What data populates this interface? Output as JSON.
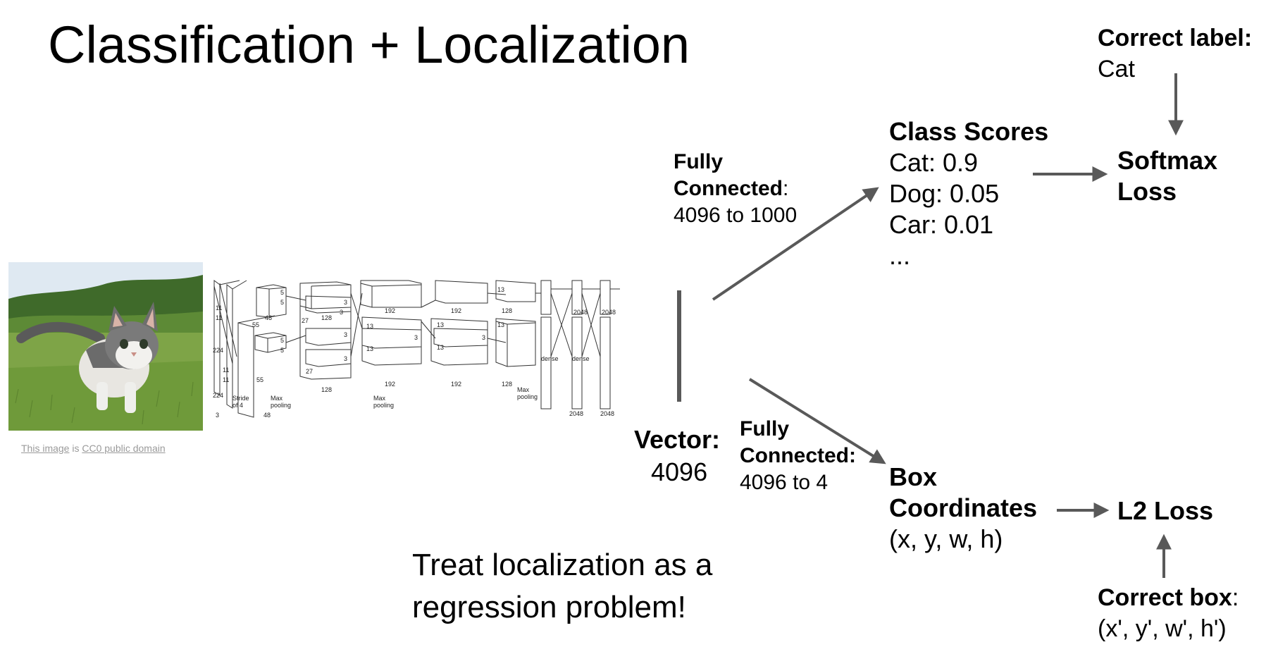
{
  "slide": {
    "title": "Classification + Localization"
  },
  "image": {
    "caption_link1": "This image",
    "caption_mid": " is ",
    "caption_link2": "CC0 public domain"
  },
  "cnn": {
    "dims": [
      "224",
      "224",
      "11",
      "11",
      "11",
      "11",
      "55",
      "55",
      "5",
      "5",
      "5",
      "5",
      "27",
      "27",
      "3",
      "3",
      "3",
      "3",
      "13",
      "13",
      "13",
      "13",
      "3",
      "3",
      "48",
      "48",
      "128",
      "128",
      "192",
      "192",
      "192",
      "192",
      "128",
      "128",
      "2048",
      "2048",
      "2048",
      "2048",
      "3"
    ],
    "stride": "Stride",
    "of4": "of 4",
    "maxpool": "Max",
    "pooling": "pooling",
    "dense": "dense"
  },
  "vector": {
    "label": "Vector:",
    "size": "4096"
  },
  "fc_top": {
    "line1": "Fully",
    "line2": "Connected",
    "colon": ":",
    "line3": "4096 to 1000"
  },
  "fc_bottom": {
    "line1": "Fully",
    "line2": "Connected:",
    "line3": "4096 to 4"
  },
  "class_scores": {
    "title": "Class Scores",
    "items": [
      "Cat: 0.9",
      "Dog: 0.05",
      "Car: 0.01",
      "..."
    ]
  },
  "box_coords": {
    "line1": "Box",
    "line2": "Coordinates",
    "line3": "(x, y, w, h)"
  },
  "softmax": {
    "line1": "Softmax",
    "line2": "Loss"
  },
  "l2": {
    "label": "L2 Loss"
  },
  "correct_label": {
    "title": "Correct label:",
    "value": "Cat"
  },
  "correct_box": {
    "title": "Correct box",
    "colon": ":",
    "value": "(x', y', w', h')"
  },
  "note": {
    "line1": "Treat localization as a",
    "line2": "regression problem!"
  },
  "colors": {
    "arrow": "#595959",
    "caption": "#9a9a9a"
  }
}
